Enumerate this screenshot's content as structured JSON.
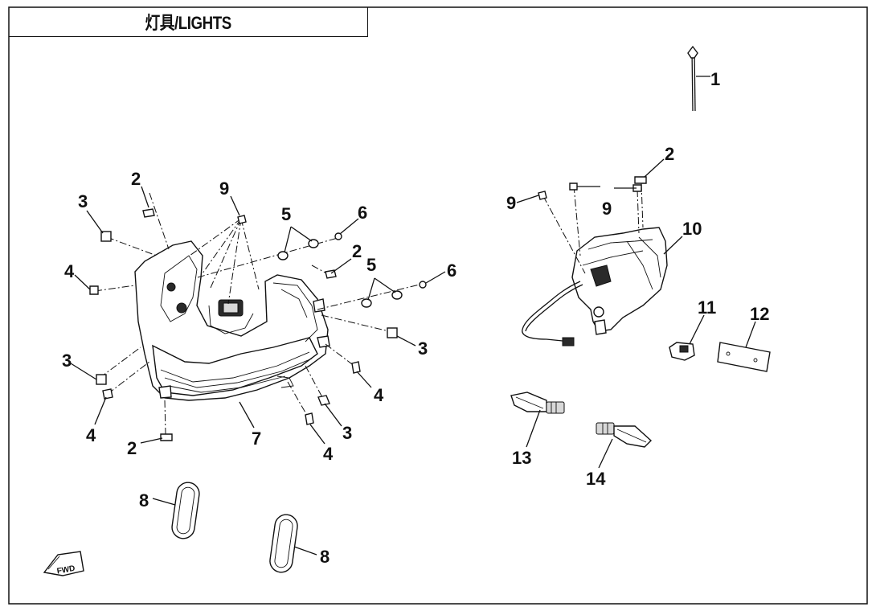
{
  "title": "灯具/LIGHTS",
  "callouts": {
    "c1": "1",
    "c2a": "2",
    "c2b": "2",
    "c2c": "2",
    "c2d": "2",
    "c3a": "3",
    "c3b": "3",
    "c3c": "3",
    "c3d": "3",
    "c4a": "4",
    "c4b": "4",
    "c4c": "4",
    "c4d": "4",
    "c5a": "5",
    "c5b": "5",
    "c6a": "6",
    "c6b": "6",
    "c7": "7",
    "c8a": "8",
    "c8b": "8",
    "c9a": "9",
    "c9b": "9",
    "c9c": "9",
    "c10": "10",
    "c11": "11",
    "c12": "12",
    "c13": "13",
    "c14": "14"
  },
  "fwd_marker": "FWD"
}
